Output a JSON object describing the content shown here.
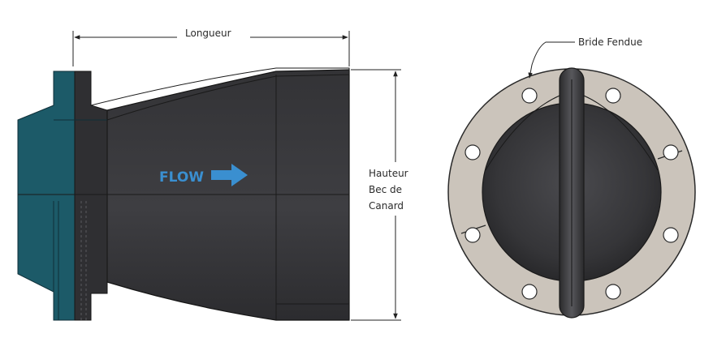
{
  "labels": {
    "length": "Longueur",
    "height_line1": "Hauteur",
    "height_line2": "Bec de",
    "height_line3": "Canard",
    "flow": "FLOW",
    "split_flange": "Bride Fendue"
  },
  "colors": {
    "rubber_dark": "#2e2e30",
    "rubber_mid": "#3a3a3d",
    "flange_teal": "#1c5a68",
    "flange_ring": "#cbc4bb",
    "flow_text": "#3a8fd0",
    "line": "#222222"
  },
  "icons": {
    "flow_arrow": "flow-arrow-icon"
  }
}
